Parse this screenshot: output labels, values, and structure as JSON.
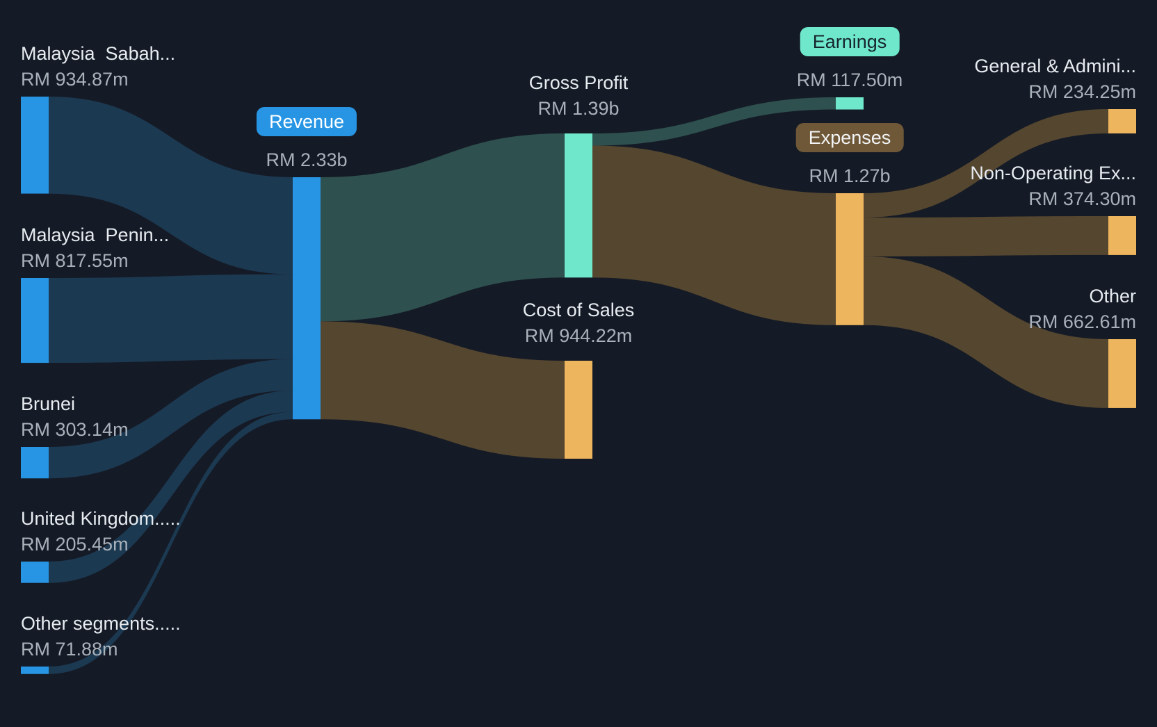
{
  "chart_data": {
    "type": "sankey",
    "title": "Revenue and expenses breakdown (Sankey)",
    "currency": "RM",
    "unit": "millions",
    "nodes": [
      {
        "id": "sabah",
        "label": "Malaysia  Sabah...",
        "value": 934.87,
        "value_label": "RM 934.87m",
        "column": 0,
        "role": "revenue-segment"
      },
      {
        "id": "peninsular",
        "label": "Malaysia  Penin...",
        "value": 817.55,
        "value_label": "RM 817.55m",
        "column": 0,
        "role": "revenue-segment"
      },
      {
        "id": "brunei",
        "label": "Brunei",
        "value": 303.14,
        "value_label": "RM 303.14m",
        "column": 0,
        "role": "revenue-segment"
      },
      {
        "id": "uk",
        "label": "United Kingdom.....",
        "value": 205.45,
        "value_label": "RM 205.45m",
        "column": 0,
        "role": "revenue-segment"
      },
      {
        "id": "other-segments",
        "label": "Other segments.....",
        "value": 71.88,
        "value_label": "RM 71.88m",
        "column": 0,
        "role": "revenue-segment"
      },
      {
        "id": "revenue",
        "label": "Revenue",
        "value": 2332.89,
        "value_label": "RM 2.33b",
        "column": 1,
        "role": "revenue"
      },
      {
        "id": "gross-profit",
        "label": "Gross Profit",
        "value": 1388.66,
        "value_label": "RM 1.39b",
        "column": 2,
        "role": "profit"
      },
      {
        "id": "cost-of-sales",
        "label": "Cost of Sales",
        "value": 944.22,
        "value_label": "RM 944.22m",
        "column": 2,
        "role": "cost"
      },
      {
        "id": "earnings",
        "label": "Earnings",
        "value": 117.5,
        "value_label": "RM 117.50m",
        "column": 3,
        "role": "profit"
      },
      {
        "id": "expenses",
        "label": "Expenses",
        "value": 1271.16,
        "value_label": "RM 1.27b",
        "column": 3,
        "role": "cost"
      },
      {
        "id": "general-admin",
        "label": "General & Admini...",
        "value": 234.25,
        "value_label": "RM 234.25m",
        "column": 4,
        "role": "expense-item"
      },
      {
        "id": "non-operating",
        "label": "Non-Operating Ex...",
        "value": 374.3,
        "value_label": "RM 374.30m",
        "column": 4,
        "role": "expense-item"
      },
      {
        "id": "other-expenses",
        "label": "Other",
        "value": 662.61,
        "value_label": "RM 662.61m",
        "column": 4,
        "role": "expense-item"
      }
    ],
    "links": [
      {
        "source": "sabah",
        "target": "revenue",
        "value": 934.87
      },
      {
        "source": "peninsular",
        "target": "revenue",
        "value": 817.55
      },
      {
        "source": "brunei",
        "target": "revenue",
        "value": 303.14
      },
      {
        "source": "uk",
        "target": "revenue",
        "value": 205.45
      },
      {
        "source": "other-segments",
        "target": "revenue",
        "value": 71.88
      },
      {
        "source": "revenue",
        "target": "gross-profit",
        "value": 1388.66
      },
      {
        "source": "revenue",
        "target": "cost-of-sales",
        "value": 944.22
      },
      {
        "source": "gross-profit",
        "target": "earnings",
        "value": 117.5
      },
      {
        "source": "gross-profit",
        "target": "expenses",
        "value": 1271.16
      },
      {
        "source": "expenses",
        "target": "general-admin",
        "value": 234.25
      },
      {
        "source": "expenses",
        "target": "non-operating",
        "value": 374.3
      },
      {
        "source": "expenses",
        "target": "other-expenses",
        "value": 662.61
      }
    ],
    "colors": {
      "background": "#151b26",
      "node_blue": "#2795e4",
      "node_mint": "#6fe7ca",
      "node_orange": "#eeb55f",
      "flow_blue": "#1c3952",
      "flow_teal": "#2e504e",
      "flow_brown": "#55462f",
      "pill_expenses_bg": "#6f5837",
      "pill_earnings_text": "#16242e",
      "label_text": "#e7ecf1",
      "value_text": "#a9b1ba"
    },
    "legend": "none",
    "grid": false
  }
}
